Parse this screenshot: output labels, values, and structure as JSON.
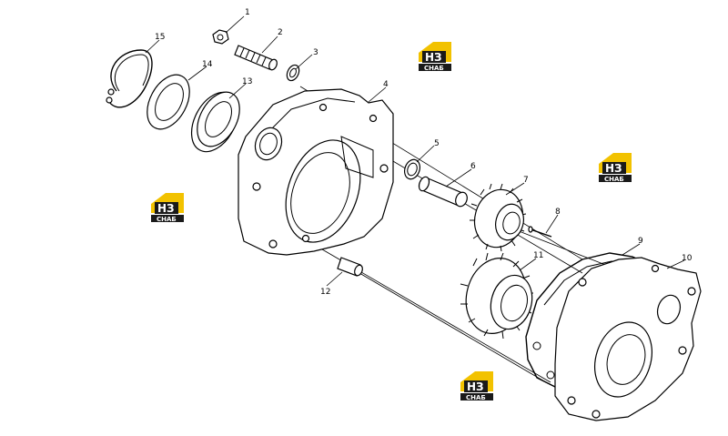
{
  "part_numbers": [
    "1",
    "2",
    "3",
    "4",
    "5",
    "6",
    "7",
    "8",
    "9",
    "10",
    "11",
    "12",
    "13",
    "14",
    "15"
  ],
  "watermark": {
    "logo_text": "НЗ",
    "logo_sub": "СНАБ",
    "brand_color": "#f2c200",
    "dark_color": "#1a1a1a"
  }
}
